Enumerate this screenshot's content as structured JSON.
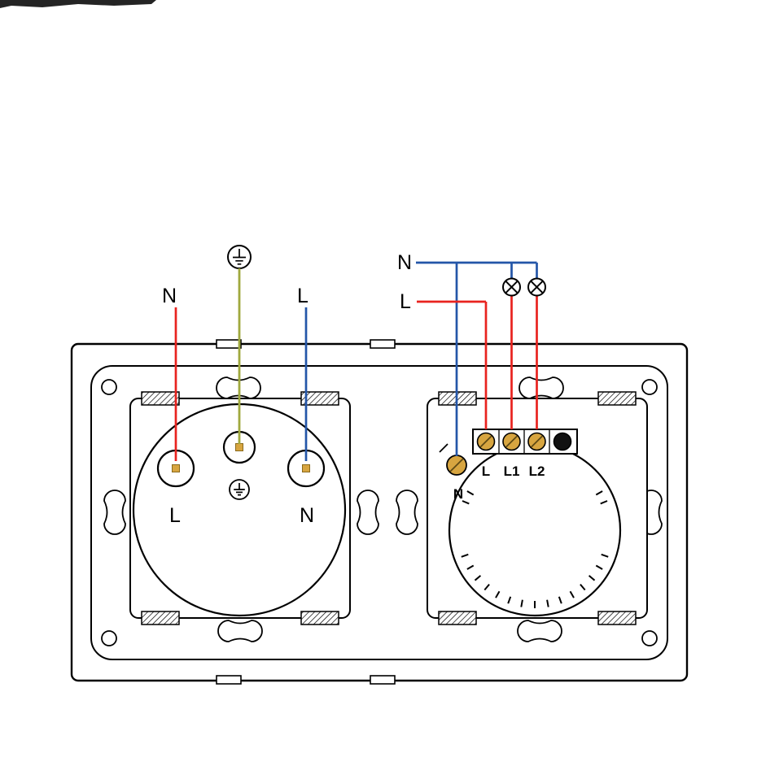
{
  "diagram": {
    "socket": {
      "top_wire_labels": {
        "neutral": "N",
        "live": "L"
      },
      "pin_labels": {
        "left": "L",
        "right": "N"
      }
    },
    "switch": {
      "top_wire_labels": {
        "neutral": "N",
        "live": "L"
      },
      "terminal_labels": {
        "l": "L",
        "l1": "L1",
        "l2": "L2",
        "n": "N"
      }
    },
    "colors": {
      "red_wire": "#e8231f",
      "blue_wire": "#2456a8",
      "earth_wire": "#a0a93e",
      "gold": "#d7a540",
      "black": "#000000"
    }
  }
}
